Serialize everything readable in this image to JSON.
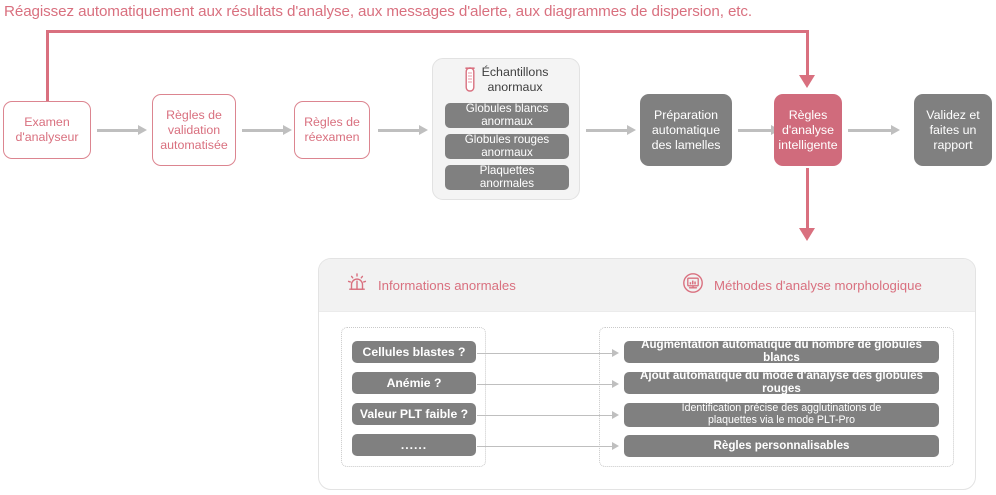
{
  "headline": "Réagissez automatiquement aux résultats d'analyse, aux messages d'alerte, aux diagrammes de dispersion, etc.",
  "colors": {
    "pink": "#d9707f",
    "pink_fill": "#d06b7c",
    "pink_border": "#dc8590",
    "grey_fill": "#808080",
    "arrow_grey": "#bfbfbf",
    "panel_head_bg": "#f2f2f2",
    "card_bg": "#f4f4f4"
  },
  "flow": {
    "steps": [
      {
        "id": "analyzer-exam",
        "label": "Examen\nd'analyseur",
        "style": "outline"
      },
      {
        "id": "auto-validation",
        "label": "Règles de\nvalidation\nautomatisée",
        "style": "outline"
      },
      {
        "id": "rerun-rules",
        "label": "Règles de\nréexamen",
        "style": "outline"
      },
      {
        "id": "slide-preparation",
        "label": "Préparation\nautomatique\ndes lamelles",
        "style": "grey"
      },
      {
        "id": "smart-analysis",
        "label": "Règles\nd'analyse\nintelligente",
        "style": "pink"
      },
      {
        "id": "validate-report",
        "label": "Validez et\nfaites un\nrapport",
        "style": "grey"
      }
    ]
  },
  "samples_card": {
    "icon": "test-tube-icon",
    "title": "Échantillons\nanormaux",
    "items": [
      "Globules blancs\nanormaux",
      "Globules rouges\nanormaux",
      "Plaquettes\nanormales"
    ]
  },
  "panel": {
    "columns": [
      {
        "id": "abnormal-information",
        "icon": "alarm-icon",
        "title": "Informations anormales"
      },
      {
        "id": "morphological-methods",
        "icon": "monitor-chart-icon",
        "title": "Méthodes d'analyse morphologique"
      }
    ],
    "left_items": [
      "Cellules blastes ?",
      "Anémie ?",
      "Valeur PLT faible ?",
      "......"
    ],
    "right_items": [
      "Augmentation automatique du nombre de globules blancs",
      "Ajout automatique du mode d'analyse des globules rouges",
      "Identification précise des agglutinations de\nplaquettes via le mode PLT-Pro",
      "Règles personnalisables"
    ]
  }
}
